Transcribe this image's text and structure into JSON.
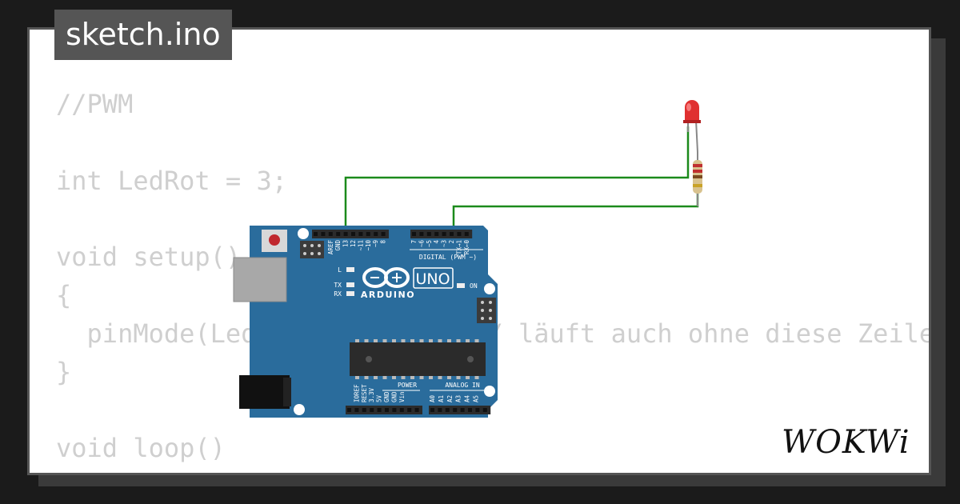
{
  "tab": {
    "filename": "sketch.ino"
  },
  "code_lines": [
    "//PWM",
    "",
    "int LedRot = 3;",
    "",
    "void setup()",
    "{",
    "  pinMode(LedRot, OUTPUT); // läuft auch ohne diese Zeile",
    "}",
    "",
    "void loop()",
    "{"
  ],
  "board": {
    "name": "UNO",
    "brand": "ARDUINO",
    "digital_header": "DIGITAL (PWM ~)",
    "digital_pins": [
      "AREF",
      "GND",
      "13",
      "12",
      "~11",
      "~10",
      "~9",
      "8",
      "7",
      "~6",
      "~5",
      "4",
      "~3",
      "2",
      "TX→1",
      "RX←0"
    ],
    "led_labels": {
      "l": "L",
      "tx": "TX",
      "rx": "RX",
      "on": "ON"
    },
    "power_header": "POWER",
    "power_pins": [
      "IOREF",
      "RESET",
      "3.3V",
      "5V",
      "GND",
      "GND",
      "Vin"
    ],
    "analog_header": "ANALOG IN",
    "analog_pins": [
      "A0",
      "A1",
      "A2",
      "A3",
      "A4",
      "A5"
    ]
  },
  "colors": {
    "wire": "#1b8a1b",
    "board": "#2a6c9c",
    "led": "#e03030"
  },
  "logo": {
    "text": "WOKWi"
  }
}
